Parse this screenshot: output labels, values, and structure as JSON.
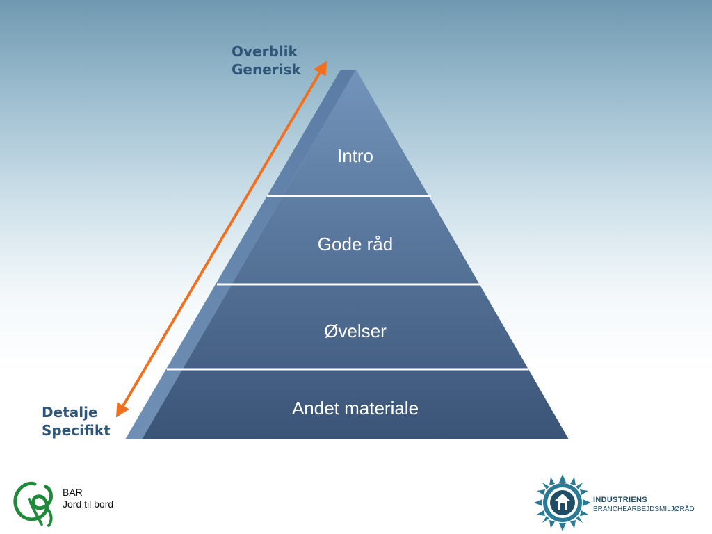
{
  "pyramid": {
    "tiers": [
      {
        "label": "Intro"
      },
      {
        "label": "Gode råd"
      },
      {
        "label": "Øvelser"
      },
      {
        "label": "Andet materiale"
      }
    ],
    "colors": {
      "top": "#6f8fb5",
      "bottom": "#3c5679",
      "side": "#5a7ea8",
      "divider": "#ffffff"
    }
  },
  "axis": {
    "top_line1": "Overblik",
    "top_line2": "Generisk",
    "bottom_line1": "Detalje",
    "bottom_line2": "Specifikt",
    "arrow_color": "#f07020"
  },
  "logos": {
    "left": {
      "line1": "BAR",
      "line2": "Jord til bord",
      "color": "#1e8a3a"
    },
    "right": {
      "line1": "INDUSTRIENS",
      "line2": "BRANCHEARBEJDSMILJØRÅD",
      "color": "#1f4d66"
    }
  }
}
